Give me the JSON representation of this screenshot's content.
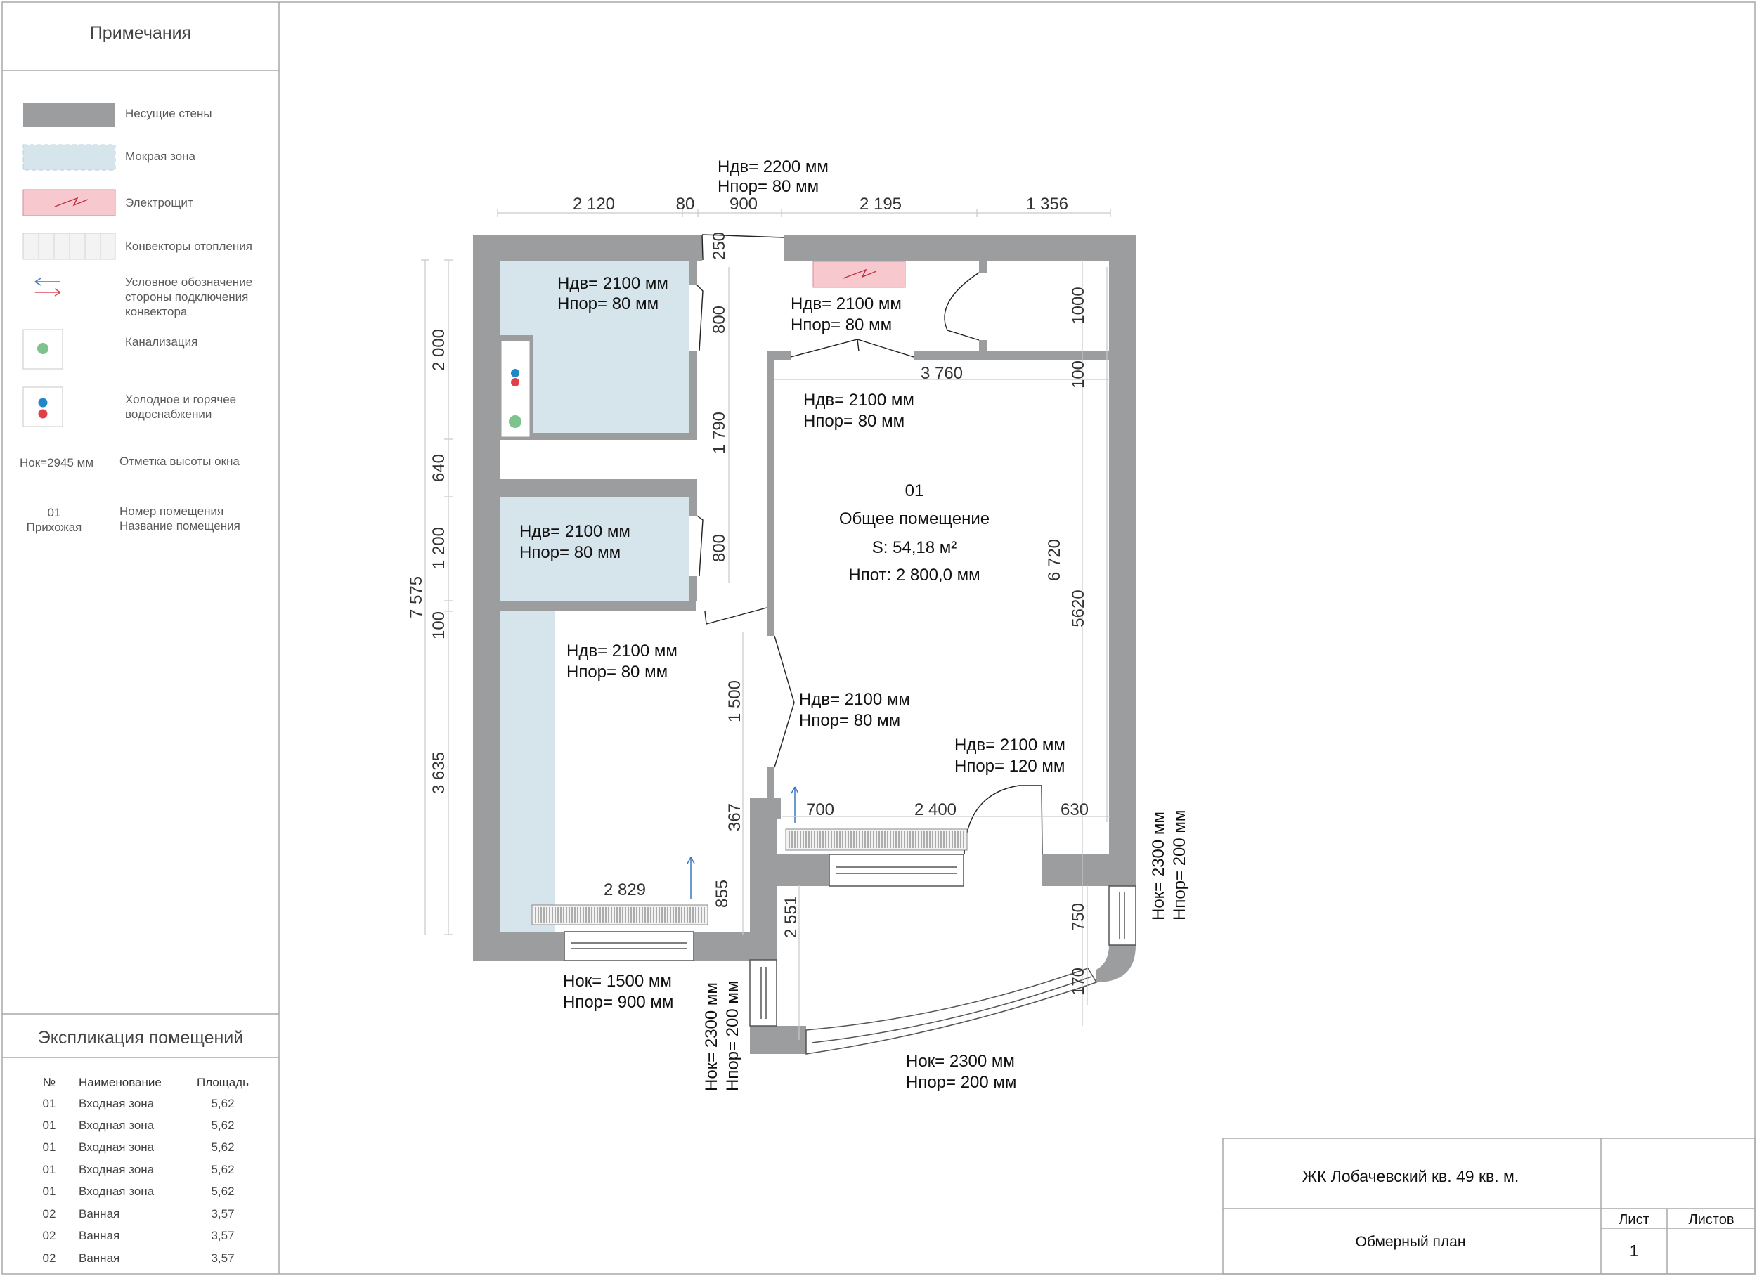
{
  "sidebar": {
    "notes_title": "Примечания",
    "legend": [
      {
        "id": "bearing",
        "label": "Несущие стены",
        "icon": "bearing-wall-swatch"
      },
      {
        "id": "wet",
        "label": "Мокрая зона",
        "icon": "wet-zone-swatch"
      },
      {
        "id": "elec",
        "label": "Электрощит",
        "icon": "electrical-panel-swatch"
      },
      {
        "id": "conv",
        "label": "Конвекторы отопления",
        "icon": "convector-swatch"
      },
      {
        "id": "conn",
        "label": "Условное обозначение стороны подключения конвектора",
        "lines": [
          "Условное обозначение",
          "стороны подключения",
          "конвектора"
        ],
        "icon": "connection-arrows-icon"
      },
      {
        "id": "sewer",
        "label": "Канализация",
        "icon": "sewer-dot-icon"
      },
      {
        "id": "water",
        "label": "Холодное и горячее водоснабжении",
        "lines": [
          "Холодное и горячее",
          "водоснабжении"
        ],
        "icon": "water-dots-icon"
      },
      {
        "id": "window",
        "symbol": "Hок=2945 мм",
        "label": "Отметка высоты окна"
      },
      {
        "id": "room",
        "symbol_lines": [
          "01",
          "Прихожая"
        ],
        "lines": [
          "Номер помещения",
          "Название помещения"
        ]
      }
    ],
    "explication": {
      "title": "Экспликация помещений",
      "headers": [
        "№",
        "Наименование",
        "Площадь"
      ],
      "rows": [
        [
          "01",
          "Входная зона",
          "5,62"
        ],
        [
          "01",
          "Входная зона",
          "5,62"
        ],
        [
          "01",
          "Входная зона",
          "5,62"
        ],
        [
          "01",
          "Входная зона",
          "5,62"
        ],
        [
          "01",
          "Входная зона",
          "5,62"
        ],
        [
          "02",
          "Ванная",
          "3,57"
        ],
        [
          "02",
          "Ванная",
          "3,57"
        ],
        [
          "02",
          "Ванная",
          "3,57"
        ]
      ]
    }
  },
  "plan": {
    "room": {
      "number": "01",
      "name": "Общее помещение",
      "area": "S: 54,18 м²",
      "height": "Нпот: 2 800,0 мм"
    },
    "door_labels": [
      {
        "id": "entry",
        "l1": "Ндв= 2200 мм",
        "l2": "Нпор= 80 мм"
      },
      {
        "id": "bath1",
        "l1": "Ндв= 2100 мм",
        "l2": "Нпор= 80 мм"
      },
      {
        "id": "closet",
        "l1": "Ндв= 2100 мм",
        "l2": "Нпор= 80 мм"
      },
      {
        "id": "hall",
        "l1": "Ндв= 2100 мм",
        "l2": "Нпор= 80 мм"
      },
      {
        "id": "bath2",
        "l1": "Ндв= 2100 мм",
        "l2": "Нпор= 80 мм"
      },
      {
        "id": "bedroom",
        "l1": "Ндв= 2100 мм",
        "l2": "Нпор= 80 мм"
      },
      {
        "id": "middle",
        "l1": "Ндв= 2100 мм",
        "l2": "Нпор= 80 мм"
      },
      {
        "id": "balcony",
        "l1": "Ндв= 2100 мм",
        "l2": "Нпор= 120 мм"
      }
    ],
    "window_labels": [
      {
        "id": "w-bottom",
        "l1": "Нок= 1500 мм",
        "l2": "Нпор= 900 мм"
      },
      {
        "id": "w-loggia-left",
        "l1": "Нок= 2300 мм",
        "l2": "Нпор= 200 мм"
      },
      {
        "id": "w-loggia-bottom",
        "l1": "Нок= 2300 мм",
        "l2": "Нпор= 200 мм"
      },
      {
        "id": "w-loggia-right",
        "l1": "Нок= 2300 мм",
        "l2": "Нпор= 200 мм"
      }
    ],
    "dimensions": {
      "top": [
        "2 120",
        "80",
        "900",
        "2 195",
        "1 356"
      ],
      "left_outer": "7 575",
      "left_inner": [
        "2 000",
        "640",
        "1 200",
        "100",
        "3 635"
      ],
      "inner": [
        "250",
        "800",
        "1 790",
        "800",
        "1 500",
        "367",
        "855",
        "2 551",
        "3 760",
        "1000",
        "100",
        "6 720",
        "5620",
        "700",
        "2 400",
        "630",
        "2 829",
        "750",
        "170"
      ]
    }
  },
  "title_block": {
    "project": "ЖК Лобачевский кв. 49 кв. м.",
    "drawing": "Обмерный план",
    "sheet_label": "Лист",
    "sheets_label": "Листов",
    "sheet": "1",
    "sheets": ""
  }
}
